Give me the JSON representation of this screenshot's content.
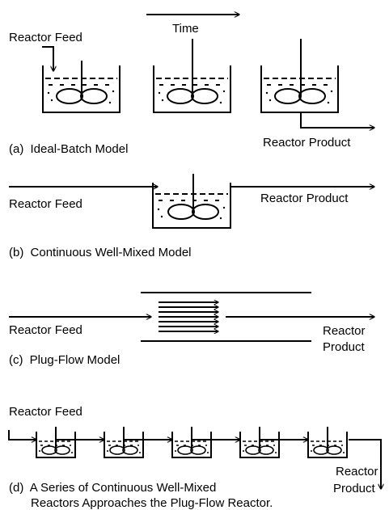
{
  "panel_a": {
    "feed_label": "Reactor Feed",
    "time_label": "Time",
    "product_label": "Reactor Product",
    "caption_letter": "(a)",
    "caption_text": "Ideal-Batch Model"
  },
  "panel_b": {
    "feed_label": "Reactor Feed",
    "product_label": "Reactor Product",
    "caption_letter": "(b)",
    "caption_text": "Continuous Well-Mixed Model"
  },
  "panel_c": {
    "feed_label": "Reactor Feed",
    "product_line1": "Reactor",
    "product_line2": "Product",
    "caption_letter": "(c)",
    "caption_text": "Plug-Flow Model"
  },
  "panel_d": {
    "feed_label": "Reactor Feed",
    "product_line1": "Reactor",
    "product_line2": "Product",
    "caption_letter": "(d)",
    "caption_line1": "A Series of Continuous Well-Mixed",
    "caption_line2": "Reactors Approaches the Plug-Flow Reactor."
  }
}
